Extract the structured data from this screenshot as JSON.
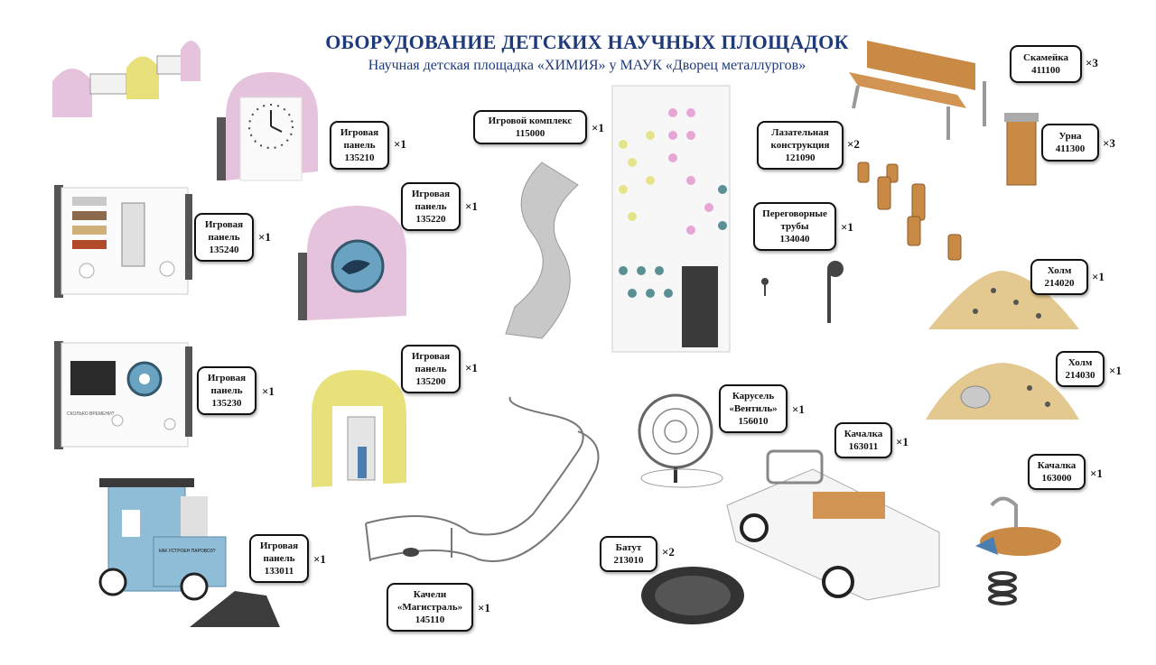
{
  "header": {
    "title": "ОБОРУДОВАНИЕ ДЕТСКИХ НАУЧНЫХ ПЛОЩАДОК",
    "subtitle": "Научная детская площадка «ХИМИЯ» у МАУК «Дворец металлургов»"
  },
  "items": {
    "panel_135210": {
      "name": "Игровая панель",
      "code": "135210",
      "qty": "×1"
    },
    "panel_135220": {
      "name": "Игровая панель",
      "code": "135220",
      "qty": "×1"
    },
    "panel_135240": {
      "name": "Игровая панель",
      "code": "135240",
      "qty": "×1"
    },
    "panel_135230": {
      "name": "Игровая панель",
      "code": "135230",
      "qty": "×1"
    },
    "panel_135200": {
      "name": "Игровая панель",
      "code": "135200",
      "qty": "×1"
    },
    "panel_133011": {
      "name": "Игровая панель",
      "code": "133011",
      "qty": "×1"
    },
    "complex_115000": {
      "name": "Игровой комплекс",
      "code": "115000",
      "qty": "×1"
    },
    "swing_145110": {
      "name": "Качели «Магистраль»",
      "code": "145110",
      "qty": "×1"
    },
    "trampoline_213010": {
      "name": "Батут",
      "code": "213010",
      "qty": "×2"
    },
    "carousel_156010": {
      "name": "Карусель «Вентиль»",
      "code": "156010",
      "qty": "×1"
    },
    "rocker_163011": {
      "name": "Качалка",
      "code": "163011",
      "qty": "×1"
    },
    "rocker_163000": {
      "name": "Качалка",
      "code": "163000",
      "qty": "×1"
    },
    "climb_121090": {
      "name": "Лазательная конструкция",
      "code": "121090",
      "qty": "×2"
    },
    "tubes_134040": {
      "name": "Переговорные трубы",
      "code": "134040",
      "qty": "×1"
    },
    "bench_411100": {
      "name": "Скамейка",
      "code": "411100",
      "qty": "×3"
    },
    "bin_411300": {
      "name": "Урна",
      "code": "411300",
      "qty": "×3"
    },
    "hill_214020": {
      "name": "Холм",
      "code": "214020",
      "qty": "×1"
    },
    "hill_214030": {
      "name": "Холм",
      "code": "214030",
      "qty": "×1"
    }
  },
  "panel_texts": {
    "loco_sign": "КАК УСТРОЕН ПАРОВОЗ?",
    "time_sign": "СКОЛЬКО ВРЕМЕНИ?"
  },
  "colors": {
    "title_blue": "#1f3a7a",
    "panel_pink": "#e6c3dc",
    "panel_yellow": "#e8e07a",
    "loco_blue": "#8fbcd6",
    "wood": "#c98a45",
    "sand": "#e3c88f"
  }
}
